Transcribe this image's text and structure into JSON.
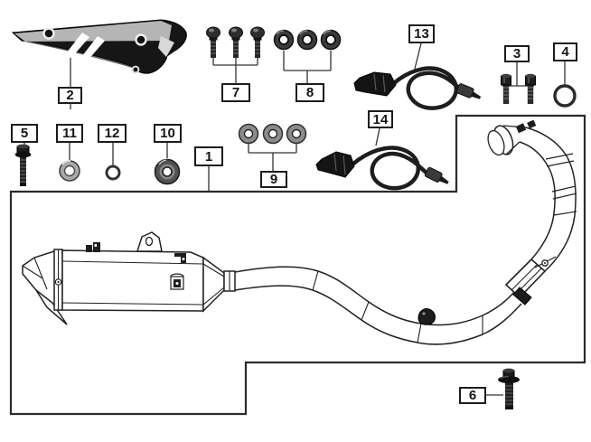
{
  "diagram": {
    "colors": {
      "background": "#ffffff",
      "line": "#222222",
      "metal_dark": "#1f1f1f",
      "metal_gray": "#8d8d8d",
      "shield_silver": "#b5b5b5"
    },
    "callouts": [
      {
        "label": "1"
      },
      {
        "label": "2"
      },
      {
        "label": "3"
      },
      {
        "label": "4"
      },
      {
        "label": "5"
      },
      {
        "label": "6"
      },
      {
        "label": "7"
      },
      {
        "label": "8"
      },
      {
        "label": "9"
      },
      {
        "label": "10"
      },
      {
        "label": "11"
      },
      {
        "label": "12"
      },
      {
        "label": "13"
      },
      {
        "label": "14"
      }
    ]
  }
}
